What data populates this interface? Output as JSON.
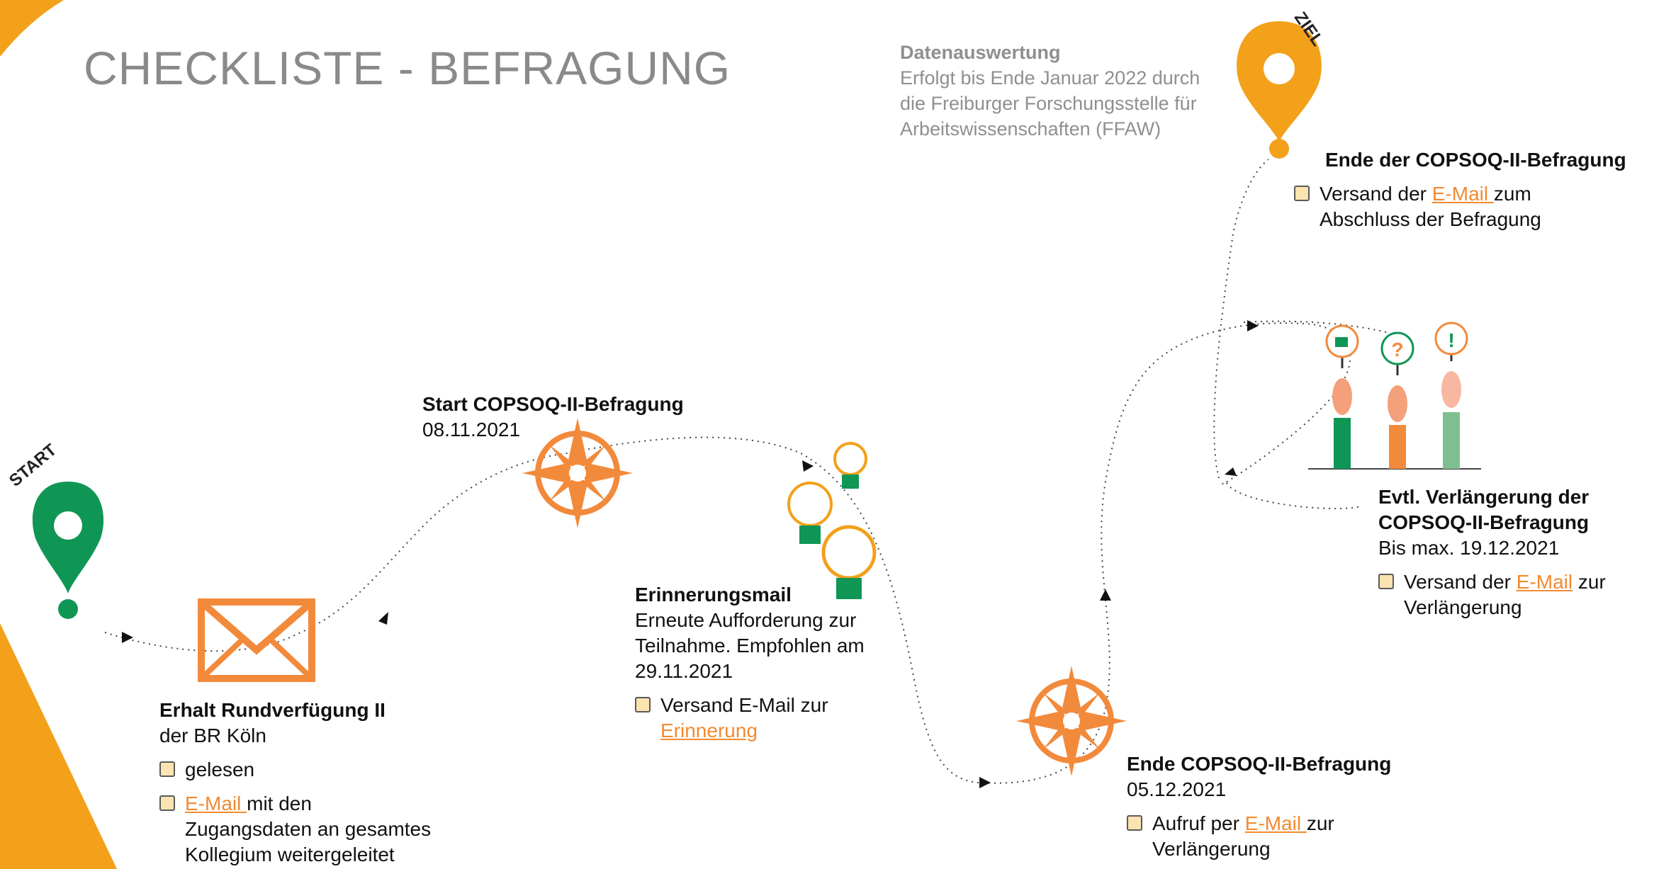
{
  "page_title": "CHECKLISTE - BEFRAGUNG",
  "start_label": "START",
  "ziel_label": "ZIEL",
  "colors": {
    "orange": "#f3a01b",
    "green": "#0f9655",
    "compass": "#f28a3c",
    "link": "#f28a30"
  },
  "datenauswertung": {
    "heading": "Datenauswertung",
    "lines": [
      "Erfolgt bis Ende Januar 2022 durch",
      "die Freiburger Forschungsstelle für",
      "Arbeitswissenschaften (FFAW)"
    ]
  },
  "rundverfuegung": {
    "heading": "Erhalt Rundverfügung II",
    "sub": "der BR Köln",
    "item1": "gelesen",
    "item2_link": "E-Mail ",
    "item2_rest": "mit den",
    "item2_line2": "Zugangsdaten an gesamtes",
    "item2_line3": "Kollegium weitergeleitet"
  },
  "start_befragung": {
    "heading": "Start COPSOQ-II-Befragung",
    "date": "08.11.2021"
  },
  "erinnerung": {
    "heading": "Erinnerungsmail",
    "lines": [
      "Erneute Aufforderung zur",
      "Teilnahme. Empfohlen am",
      "29.11.2021"
    ],
    "item_text": "Versand E-Mail zur",
    "item_link": "Erinnerung"
  },
  "ende_befragung": {
    "heading": "Ende COPSOQ-II-Befragung",
    "date": "05.12.2021",
    "item_pre": "Aufruf per ",
    "item_link": "E-Mail ",
    "item_post": "zur",
    "item_line2": "Verlängerung"
  },
  "verlaengerung": {
    "heading1": "Evtl. Verlängerung der",
    "heading2": "COPSOQ-II-Befragung",
    "sub": "Bis max. 19.12.2021",
    "item_pre": "Versand der ",
    "item_link": "E-Mail",
    "item_post": " zur",
    "item_line2": "Verlängerung"
  },
  "ende_der": {
    "heading": "Ende der COPSOQ-II-Befragung",
    "item_pre": "Versand der ",
    "item_link": "E-Mail ",
    "item_post": "zum",
    "item_line2": "Abschluss der Befragung"
  }
}
